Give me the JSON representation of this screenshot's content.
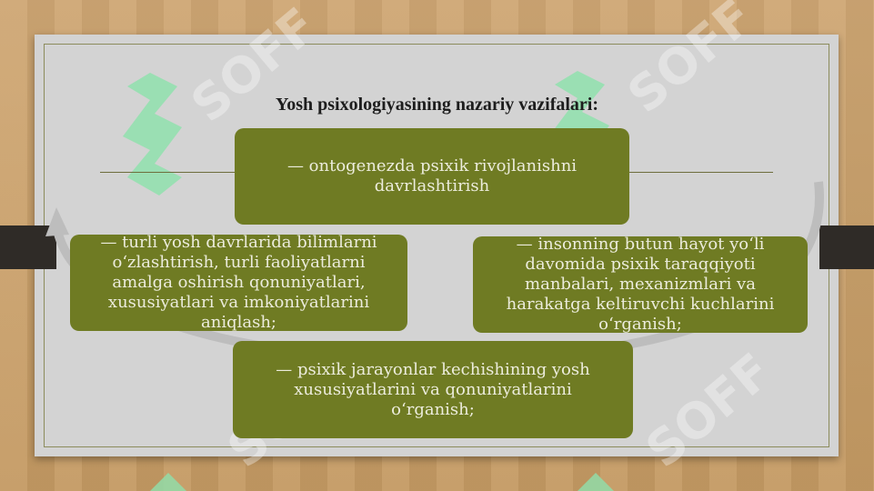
{
  "title": "Yosh psixologiyasining nazariy vazifalari:",
  "boxes": {
    "top": "— ontogenezda psixik rivojlanishni davrlashtirish",
    "left": "— turli yosh davrlarida bilimlarni o‘zlashtirish, turli faoliyatlarni amalga oshirish qonuniyatlari, xususiyatlari va imkoniyatlarini aniqlash;",
    "right": "— insonning butun hayot yo‘li davomida psixik taraqqiyoti manbalari, mexanizmlari va harakatga keltiruvchi kuchlarini o‘rganish;",
    "bottom": "— psixik jarayonlar kechishining yosh xususiyatlarini va qonuniyatlarini o‘rganish;"
  },
  "watermark": {
    "text": "SOFF",
    "color": "#7ed39a"
  },
  "colors": {
    "box": "#6f7b23",
    "box_text": "#ececdc",
    "slide": "#d3d3d3",
    "band": "#2f2b27"
  }
}
